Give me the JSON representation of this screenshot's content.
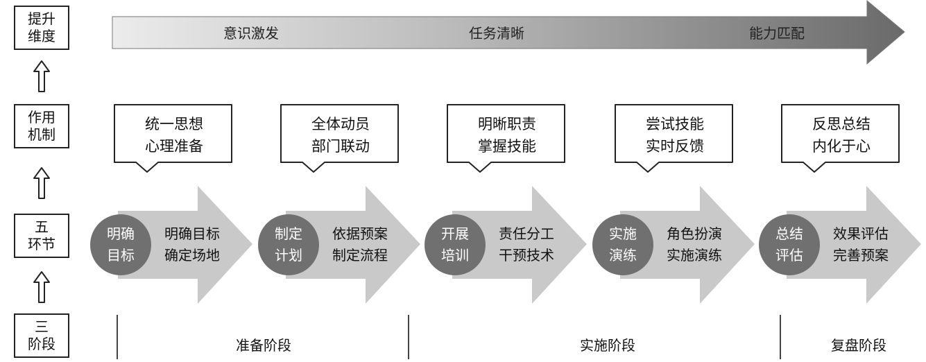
{
  "rows": [
    {
      "label": "提升\n维度"
    },
    {
      "label": "作用\n机制"
    },
    {
      "label": "五\n环节"
    },
    {
      "label": "三\n阶段"
    }
  ],
  "dimensions": [
    "意识激发",
    "任务清晰",
    "能力匹配"
  ],
  "mechanisms": [
    {
      "text": "统一思想\n心理准备"
    },
    {
      "text": "全体动员\n部门联动"
    },
    {
      "text": "明晰职责\n掌握技能"
    },
    {
      "text": "尝试技能\n实时反馈"
    },
    {
      "text": "反思总结\n内化于心"
    }
  ],
  "steps": [
    {
      "title": "明确\n目标",
      "desc": "明确目标\n确定场地"
    },
    {
      "title": "制定\n计划",
      "desc": "依据预案\n制定流程"
    },
    {
      "title": "开展\n培训",
      "desc": "责任分工\n干预技术"
    },
    {
      "title": "实施\n演练",
      "desc": "角色扮演\n实施演练"
    },
    {
      "title": "总结\n评估",
      "desc": "效果评估\n完善预案"
    }
  ],
  "phases": [
    "准备阶段",
    "实施阶段",
    "复盘阶段"
  ],
  "colors": {
    "top_arrow_light": "#e6e6e6",
    "top_arrow_dark": "#6e6e6e",
    "step_arrow": "#c8c8c8",
    "circle": "#6f6f6f",
    "border": "#222222"
  }
}
